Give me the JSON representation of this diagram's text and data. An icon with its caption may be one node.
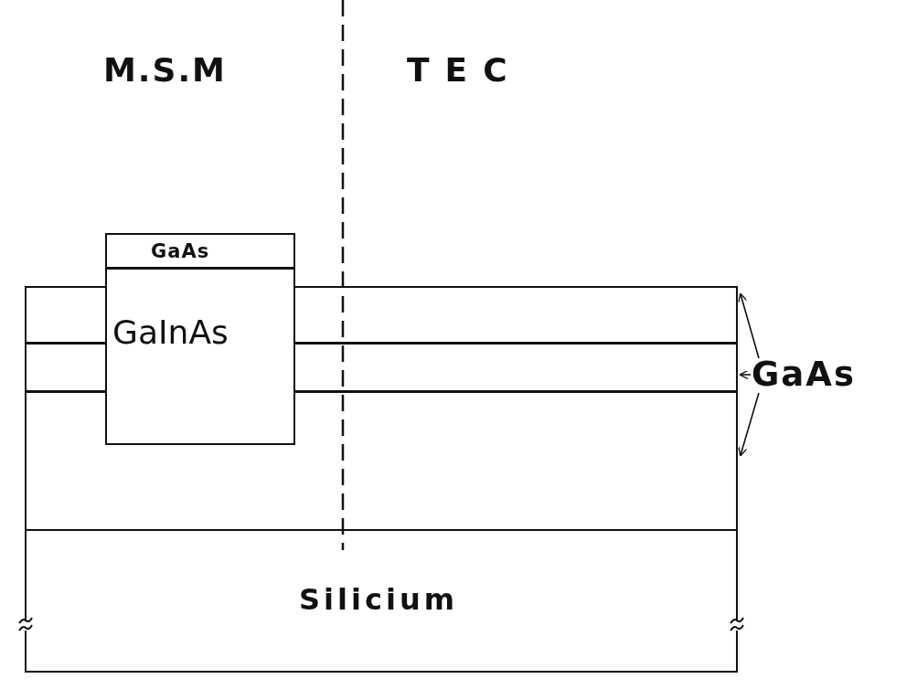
{
  "diagram": {
    "nodes": [
      {
        "text": [
          "GaInAs"
        ]
      },
      {
        "text": [
          "GaAs"
        ]
      },
      {
        "text": [
          "Silicium"
        ]
      },
      {
        "text": [
          "GaAs"
        ]
      },
      {
        "text": [],
        "shape": "box"
      },
      {
        "text": [],
        "shape": "box"
      },
      {
        "text": [],
        "shape": "box"
      }
    ],
    "edges": [
      {
        "from": 3,
        "to": 4,
        "arrow": "to"
      },
      {
        "from": 3,
        "to": 5,
        "arrow": "to"
      },
      {
        "from": 3,
        "to": 6,
        "arrow": "to"
      }
    ],
    "labels": [
      "M.S.M",
      "TEC"
    ]
  }
}
